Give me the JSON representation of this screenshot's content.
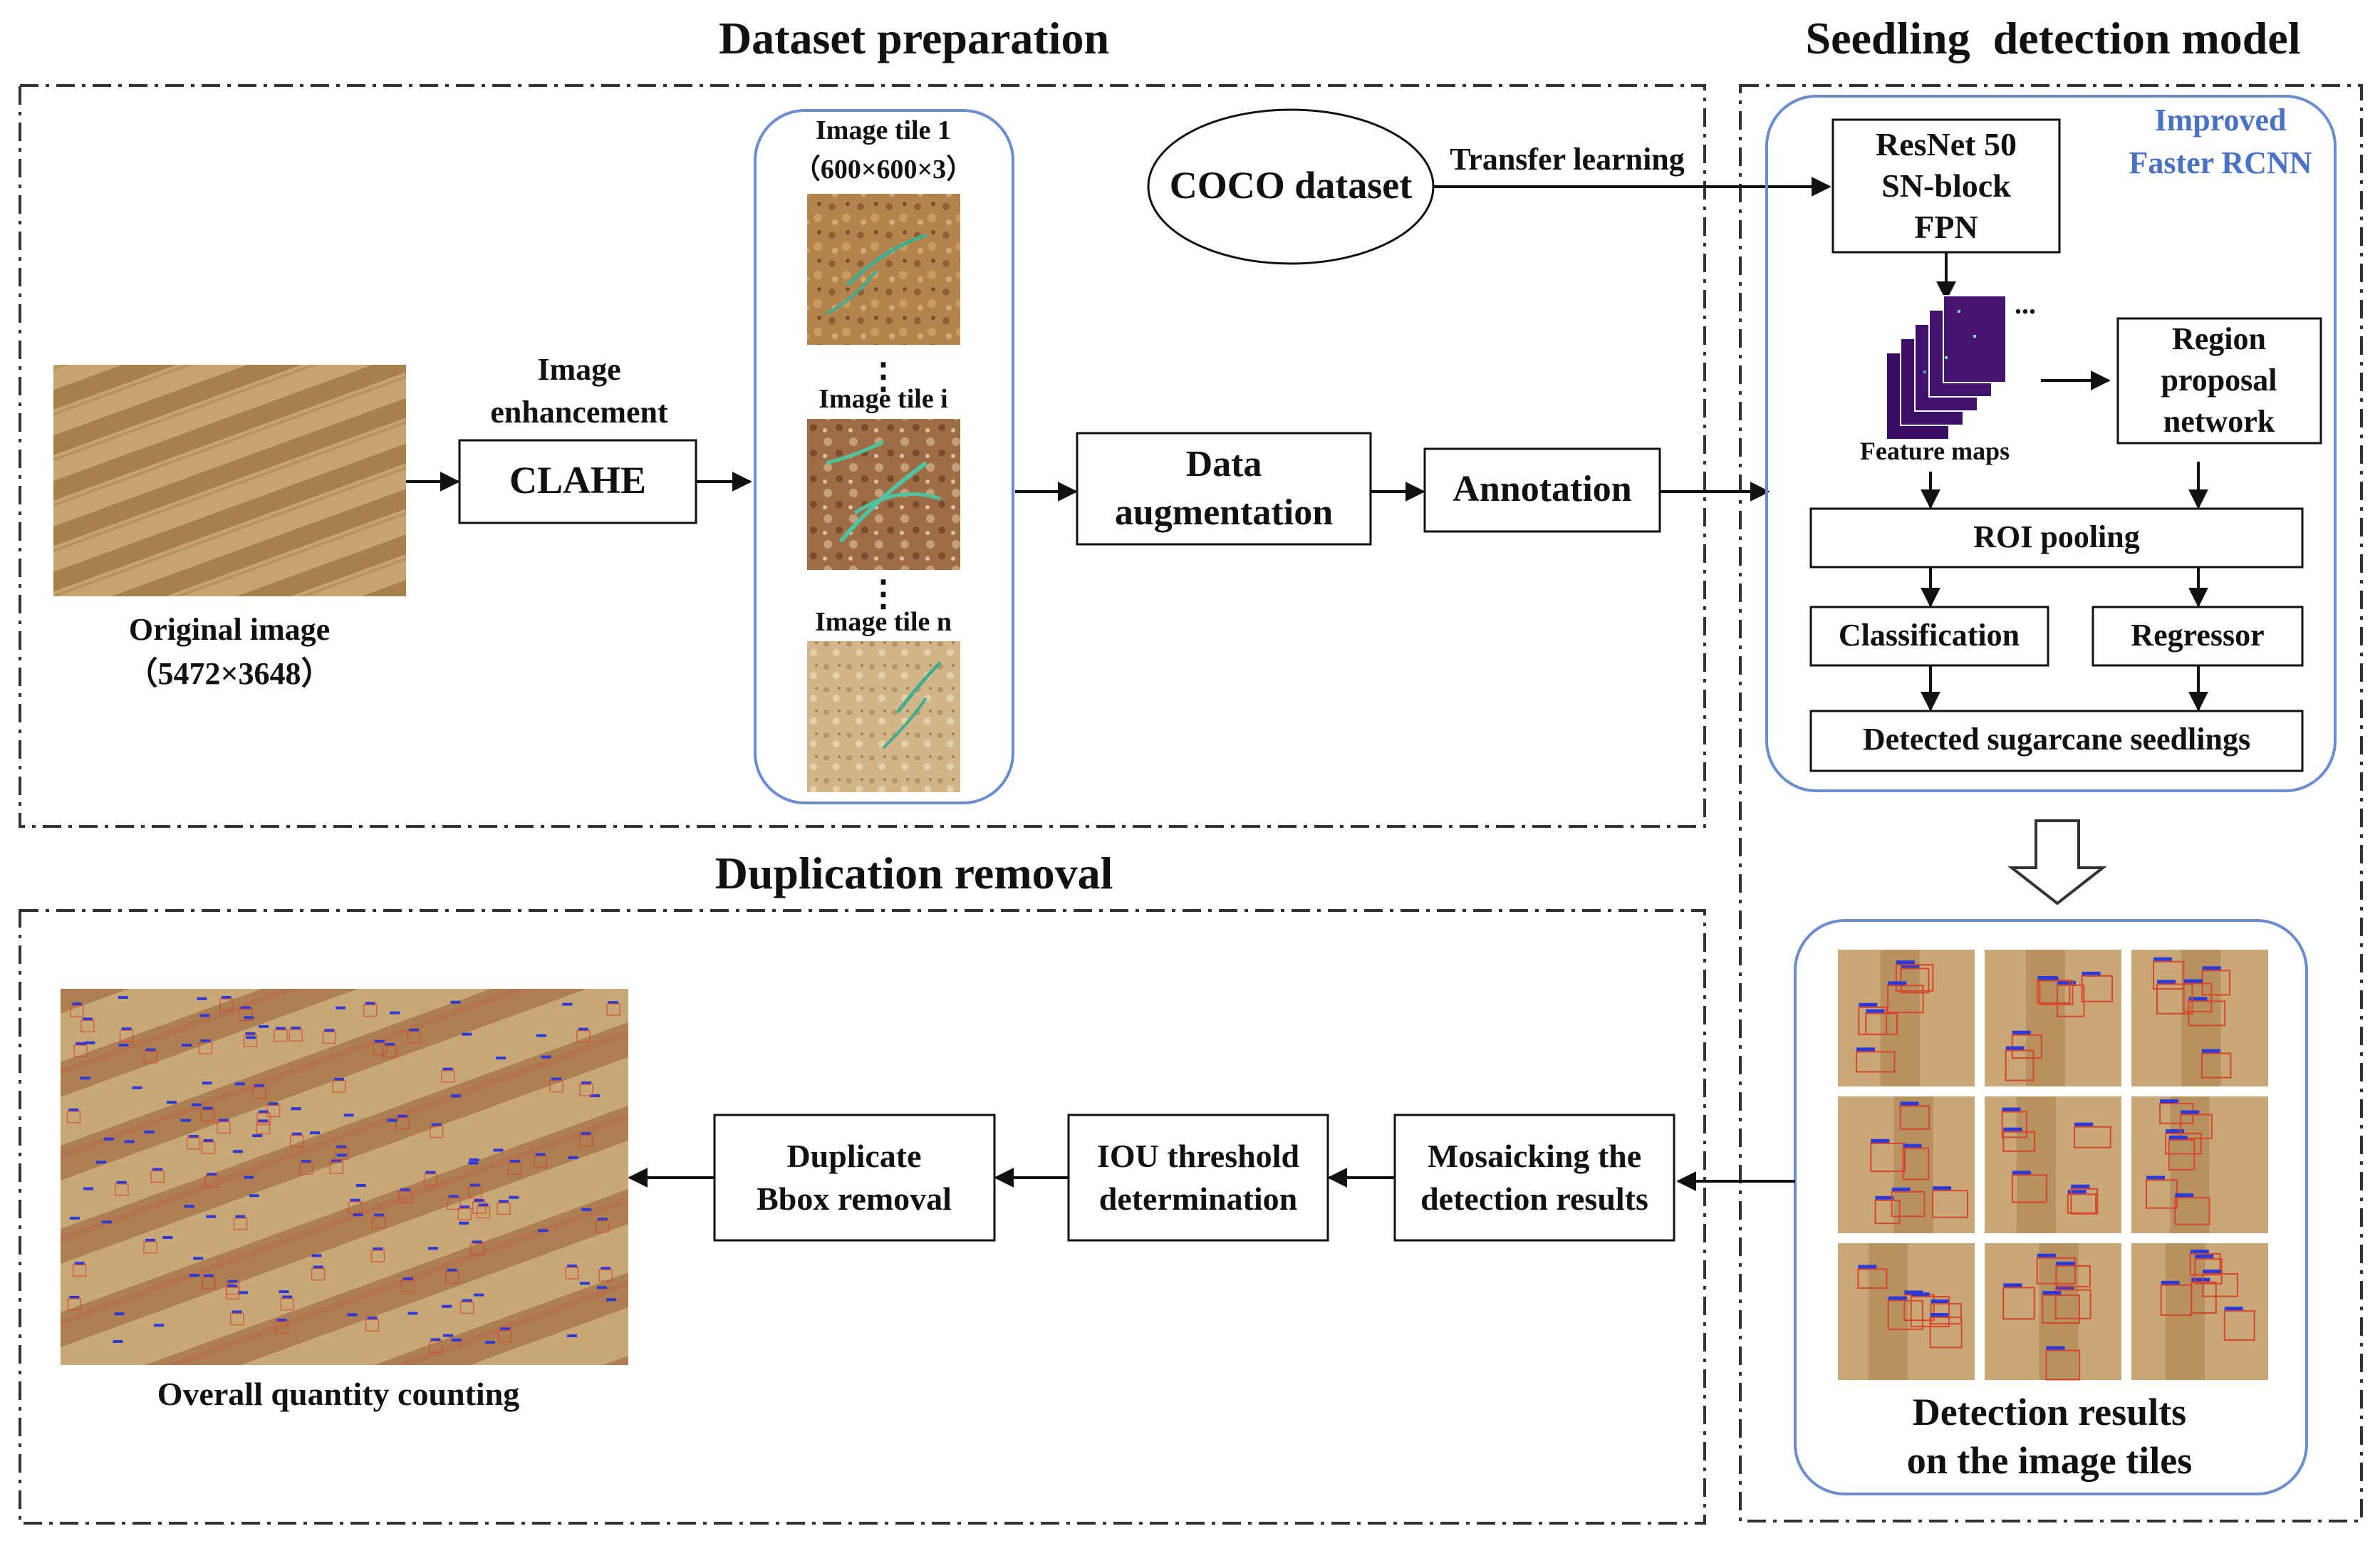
{
  "sections": {
    "dataset_preparation": "Dataset preparation",
    "seedling_detection_model": "Seedling  detection model",
    "duplication_removal": "Duplication removal"
  },
  "original_image": {
    "label": "Original image",
    "size": "（5472×3648）"
  },
  "enhancement": {
    "label_line1": "Image",
    "label_line2": "enhancement",
    "box": "CLAHE"
  },
  "tiles": {
    "tile1_label": "Image tile 1",
    "tile1_size": "（600×600×3）",
    "tilei_label": "Image tile i",
    "tilen_label": "Image tile n",
    "ellipsis": "⋮"
  },
  "data_augmentation": {
    "line1": "Data",
    "line2": "augmentation"
  },
  "annotation": "Annotation",
  "coco": {
    "dataset": "COCO dataset",
    "transfer": "Transfer learning"
  },
  "model": {
    "title_line1": "Improved",
    "title_line2": "Faster RCNN",
    "backbone_line1": "ResNet 50",
    "backbone_line2": "SN-block",
    "backbone_line3": "FPN",
    "feature_maps": "Feature maps",
    "feature_ellipsis": "...",
    "rpn_line1": "Region",
    "rpn_line2": "proposal",
    "rpn_line3": "network",
    "roi_pooling": "ROI pooling",
    "classification": "Classification",
    "regressor": "Regressor",
    "detected": "Detected sugarcane seedlings"
  },
  "detection_results": {
    "line1": "Detection results",
    "line2": "on the image tiles"
  },
  "pipeline": {
    "mosaicking_line1": "Mosaicking the",
    "mosaicking_line2": "detection results",
    "iou_line1": "IOU threshold",
    "iou_line2": "determination",
    "dup_line1": "Duplicate",
    "dup_line2": "Bbox removal",
    "counting": "Overall quantity counting"
  },
  "colors": {
    "soil_light": "#c9a777",
    "soil_dark": "#a9804f",
    "seedling": "#3fae8e",
    "bbox_red": "#d8442c",
    "bbox_blue": "#2b3ad6",
    "accent_blue": "#4a72c4",
    "feature_map": "#3a0d63"
  },
  "icons": {
    "arrow": "arrow-right-icon",
    "hollow_arrow": "hollow-down-arrow-icon"
  }
}
